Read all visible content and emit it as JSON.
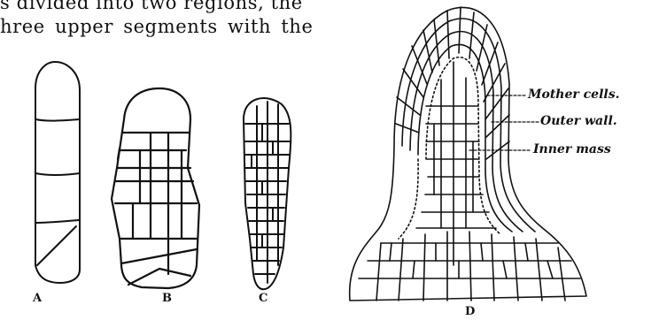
{
  "paragraph": {
    "line1": "s divided into two regions, the",
    "line2": "hree upper segments with the"
  },
  "figures": {
    "a_label": "A",
    "b_label": "B",
    "c_label": "C",
    "d_label": "D"
  },
  "annotations": {
    "mother_cells": "Mother cells.",
    "outer_wall": "Outer wall.",
    "inner_mass": "Inner mass"
  }
}
